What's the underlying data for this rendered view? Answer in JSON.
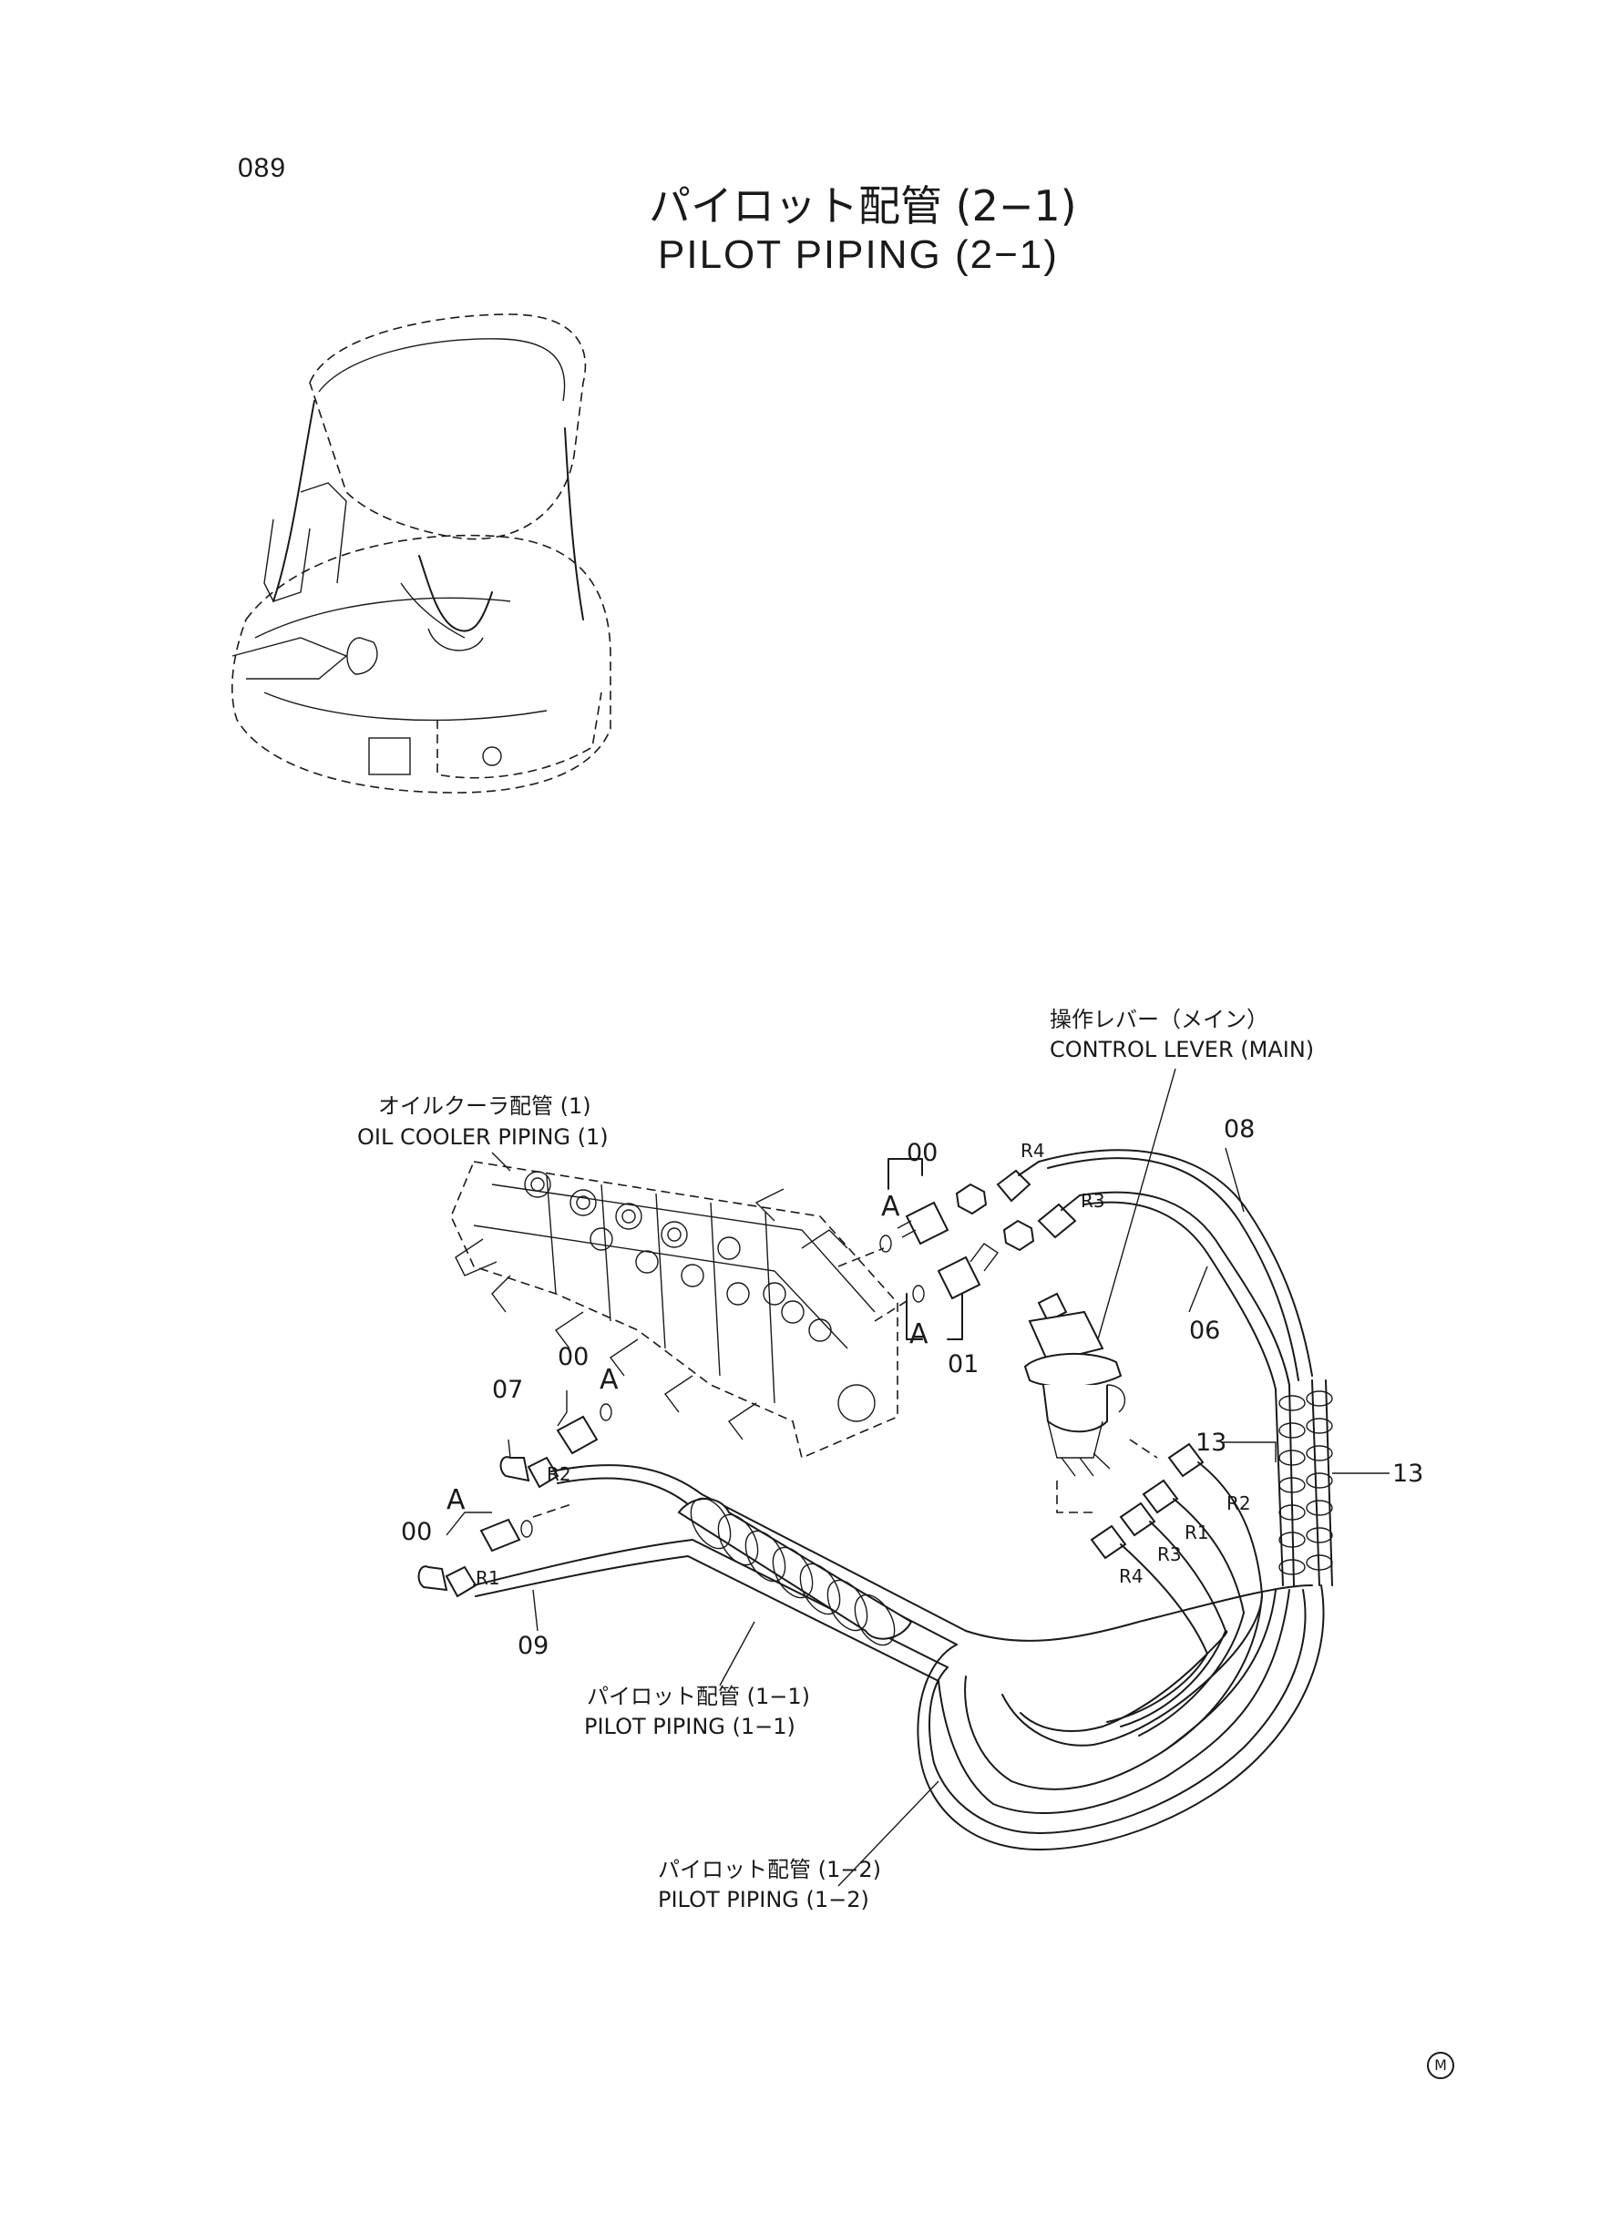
{
  "page_number": "089",
  "title": {
    "jp": "パイロット配管 (2−1)",
    "en": "PILOT PIPING (2−1)"
  },
  "callouts": {
    "control_lever_jp": "操作レバー（メイン）",
    "control_lever_en": "CONTROL LEVER (MAIN)",
    "oil_cooler_jp": "オイルクーラ配管 (1)",
    "oil_cooler_en": "OIL COOLER PIPING (1)",
    "pilot_11_jp": "パイロット配管 (1−1)",
    "pilot_11_en": "PILOT PIPING (1−1)",
    "pilot_12_jp": "パイロット配管 (1−2)",
    "pilot_12_en": "PILOT PIPING (1−2)"
  },
  "part_numbers": {
    "p00_top": "00",
    "p01": "01",
    "p00_mid": "00",
    "p07": "07",
    "p00_left": "00",
    "p09": "09",
    "p08": "08",
    "p06": "06",
    "p13_inner": "13",
    "p13_outer": "13"
  },
  "section_marks": {
    "a_top": "A",
    "a_right": "A",
    "a_mid": "A",
    "a_left": "A"
  },
  "port_labels": {
    "r4_top": "R4",
    "r3_top": "R3",
    "r2_left": "R2",
    "r1_left": "R1",
    "r2_right": "R2",
    "r1_right": "R1",
    "r3_right": "R3",
    "r4_right": "R4"
  },
  "corner_mark": "M",
  "colors": {
    "ink": "#1a1a1a",
    "paper": "#ffffff"
  }
}
